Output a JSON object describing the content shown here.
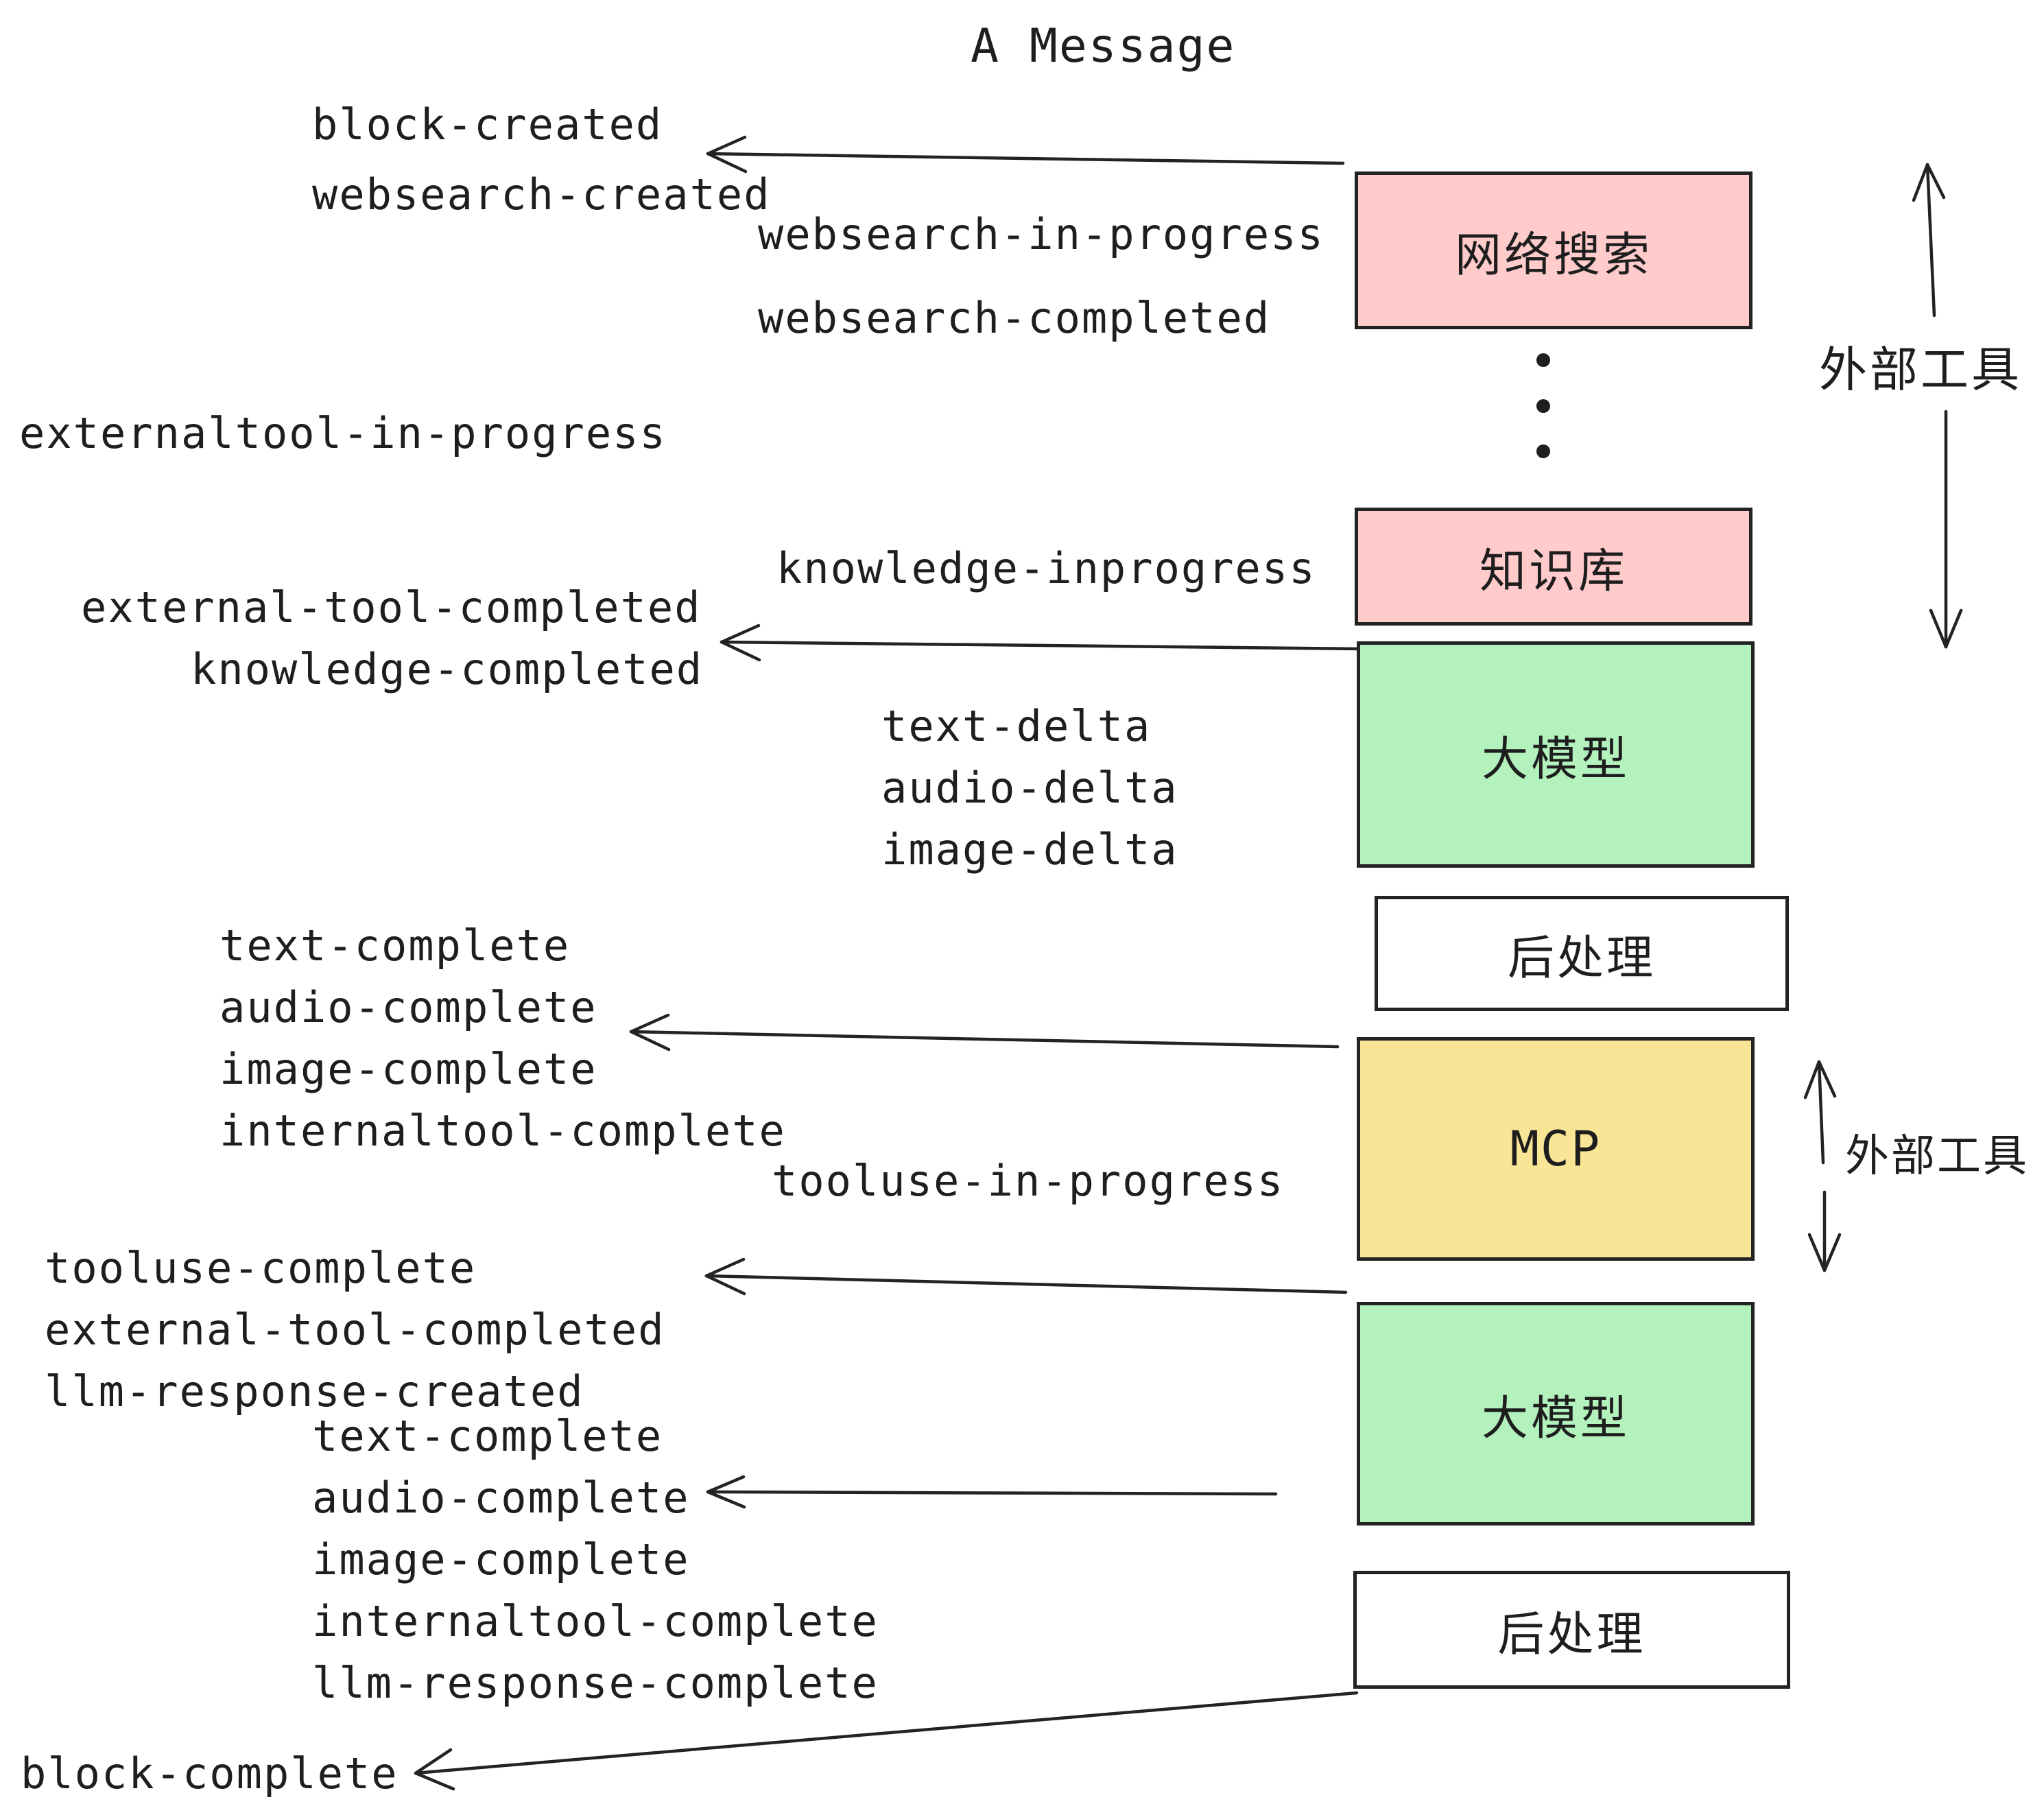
{
  "title": "A Message",
  "palette": {
    "ink": "#1e1e1e",
    "border": "#232323",
    "pink": "#ffcbcb",
    "green": "#b3f1bd",
    "yellow": "#f9e596",
    "white": "#ffffff"
  },
  "boxes": {
    "websearch": {
      "label": "网络搜索",
      "color": "#ffcbcb"
    },
    "knowledge": {
      "label": "知识库",
      "color": "#ffcbcb"
    },
    "llm_top": {
      "label": "大模型",
      "color": "#b3f1bd"
    },
    "postprocess_top": {
      "label": "后处理",
      "color": "#ffffff"
    },
    "mcp": {
      "label": "MCP",
      "color": "#f9e596"
    },
    "llm_bottom": {
      "label": "大模型",
      "color": "#b3f1bd"
    },
    "postprocess_bottom": {
      "label": "后处理",
      "color": "#ffffff"
    }
  },
  "side_annotations": {
    "external_tools_top": "外部工具",
    "external_tools_mcp": "外部工具"
  },
  "events": {
    "block_created": "block-created",
    "websearch_created": "websearch-created",
    "websearch_in_progress": "websearch-in-progress",
    "websearch_completed": "websearch-completed",
    "externaltool_in_progress": "externaltool-in-progress",
    "knowledge_inprogress": "knowledge-inprogress",
    "external_tool_completed_1": "external-tool-completed",
    "knowledge_completed": "knowledge-completed",
    "text_delta_1": "text-delta",
    "audio_delta_1": "audio-delta",
    "image_delta_1": "image-delta",
    "text_complete_1": "text-complete",
    "audio_complete_1": "audio-complete",
    "image_complete_1": "image-complete",
    "internaltool_complete_1": "internaltool-complete",
    "tooluse_in_progress": "tooluse-in-progress",
    "tooluse_complete": "tooluse-complete",
    "external_tool_completed_2": "external-tool-completed",
    "llm_response_created": "llm-response-created",
    "text_complete_2": "text-complete",
    "audio_complete_2": "audio-complete",
    "image_complete_2": "image-complete",
    "internaltool_complete_2": "internaltool-complete",
    "llm_response_complete": "llm-response-complete",
    "block_complete": "block-complete"
  }
}
